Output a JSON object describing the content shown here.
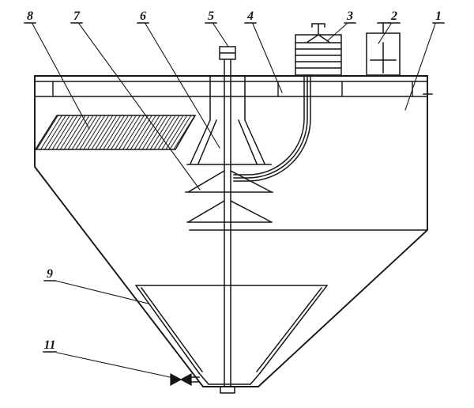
{
  "colors": {
    "line": "#161616",
    "background": "#ffffff"
  },
  "callouts": [
    {
      "label": "8"
    },
    {
      "label": "7"
    },
    {
      "label": "6"
    },
    {
      "label": "5"
    },
    {
      "label": "4"
    },
    {
      "label": "3"
    },
    {
      "label": "2"
    },
    {
      "label": "1"
    },
    {
      "label": "9"
    },
    {
      "label": "11"
    }
  ]
}
